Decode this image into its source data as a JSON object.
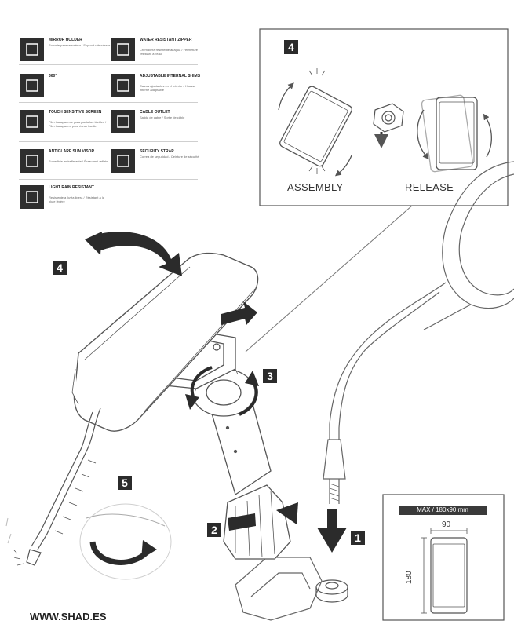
{
  "features_left": [
    {
      "title": "MIRROR HOLDER",
      "sub": "Soporte para retrovisor / Support rétroviseur",
      "icon": "mirror-holder-icon"
    },
    {
      "title": "360°",
      "sub": "",
      "icon": "rotate-360-icon"
    },
    {
      "title": "TOUCH SENSITIVE SCREEN",
      "sub": "Film transparente para pantallas táctiles / Film transparent pour écran tactile",
      "icon": "touch-screen-icon"
    },
    {
      "title": "ANTIGLARE SUN VISOR",
      "sub": "Superficie antireflejante / Écran anti-reflets",
      "icon": "sun-visor-icon"
    },
    {
      "title": "LIGHT RAIN RESISTANT",
      "sub": "Resistente a lluvia ligera / Résistant à la pluie légère",
      "icon": "rain-resistant-icon"
    }
  ],
  "features_right": [
    {
      "title": "WATER RESISTANT ZIPPER",
      "sub": "Cremallera resistente al agua / Fermeture résistant à l'eau",
      "icon": "zipper-icon"
    },
    {
      "title": "ADJUSTABLE INTERNAL SHIMS",
      "sub": "Calzos ajustables en el interior / Housse interne adaptable",
      "icon": "shims-icon"
    },
    {
      "title": "CABLE OUTLET",
      "sub": "Salida de cable / Sortie de câble",
      "icon": "cable-outlet-icon"
    },
    {
      "title": "SECURITY STRAP",
      "sub": "Correa de seguridad / Ceinture de sécurité",
      "icon": "security-strap-icon"
    }
  ],
  "panel": {
    "step": "4",
    "assembly": "ASSEMBLY",
    "release": "RELEASE"
  },
  "steps": {
    "s1": "1",
    "s2": "2",
    "s3": "3",
    "s4": "4",
    "s5": "5"
  },
  "size_box": {
    "title": "MAX / 180x90 mm",
    "width": "90",
    "height": "180"
  },
  "website": "WWW.SHAD.ES",
  "colors": {
    "icon_bg": "#2e2e2e",
    "line": "#777777",
    "arrow": "#2b2b2b"
  }
}
